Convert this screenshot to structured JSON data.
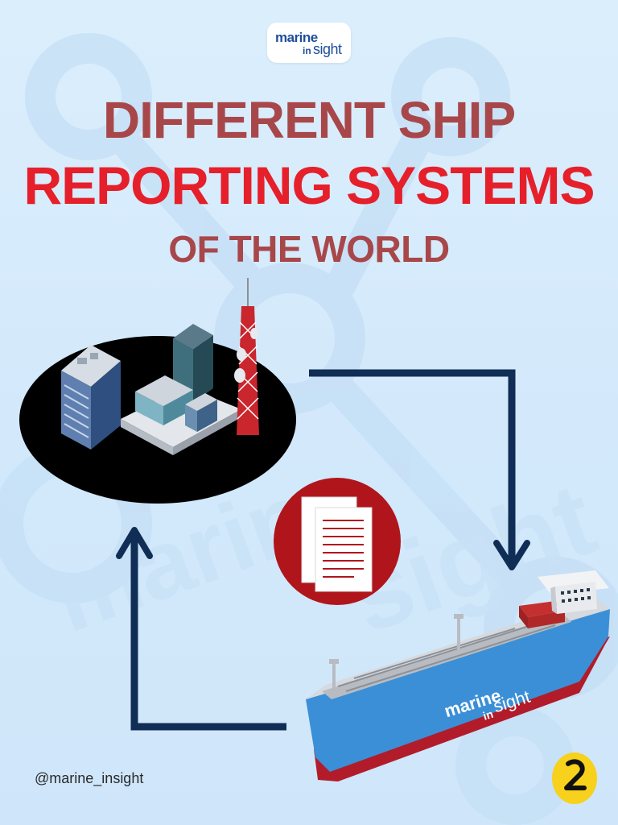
{
  "brand": {
    "logo_word_1": "marine",
    "logo_word_2": "in",
    "logo_word_3": "sight",
    "handle": "@marine_insight"
  },
  "title": {
    "line1": "DIFFERENT SHIP",
    "line2": "REPORTING SYSTEMS",
    "line3": "OF THE WORLD"
  },
  "colors": {
    "background": "#d3e9fb",
    "title_dark_red": "#a8474a",
    "title_bright_red": "#e5202b",
    "arrow_navy": "#0f2d55",
    "document_circle": "#b0151c",
    "ship_hull_blue": "#3b8fd6",
    "ship_hull_red": "#b21c2a",
    "badge_yellow": "#f7d11c"
  },
  "illustration": {
    "shore_station": "building-complex-with-radio-tower",
    "report": "document-icon",
    "vessel": "tanker-ship",
    "flow": [
      "shore-to-ship-arrow",
      "ship-to-shore-arrow"
    ]
  }
}
